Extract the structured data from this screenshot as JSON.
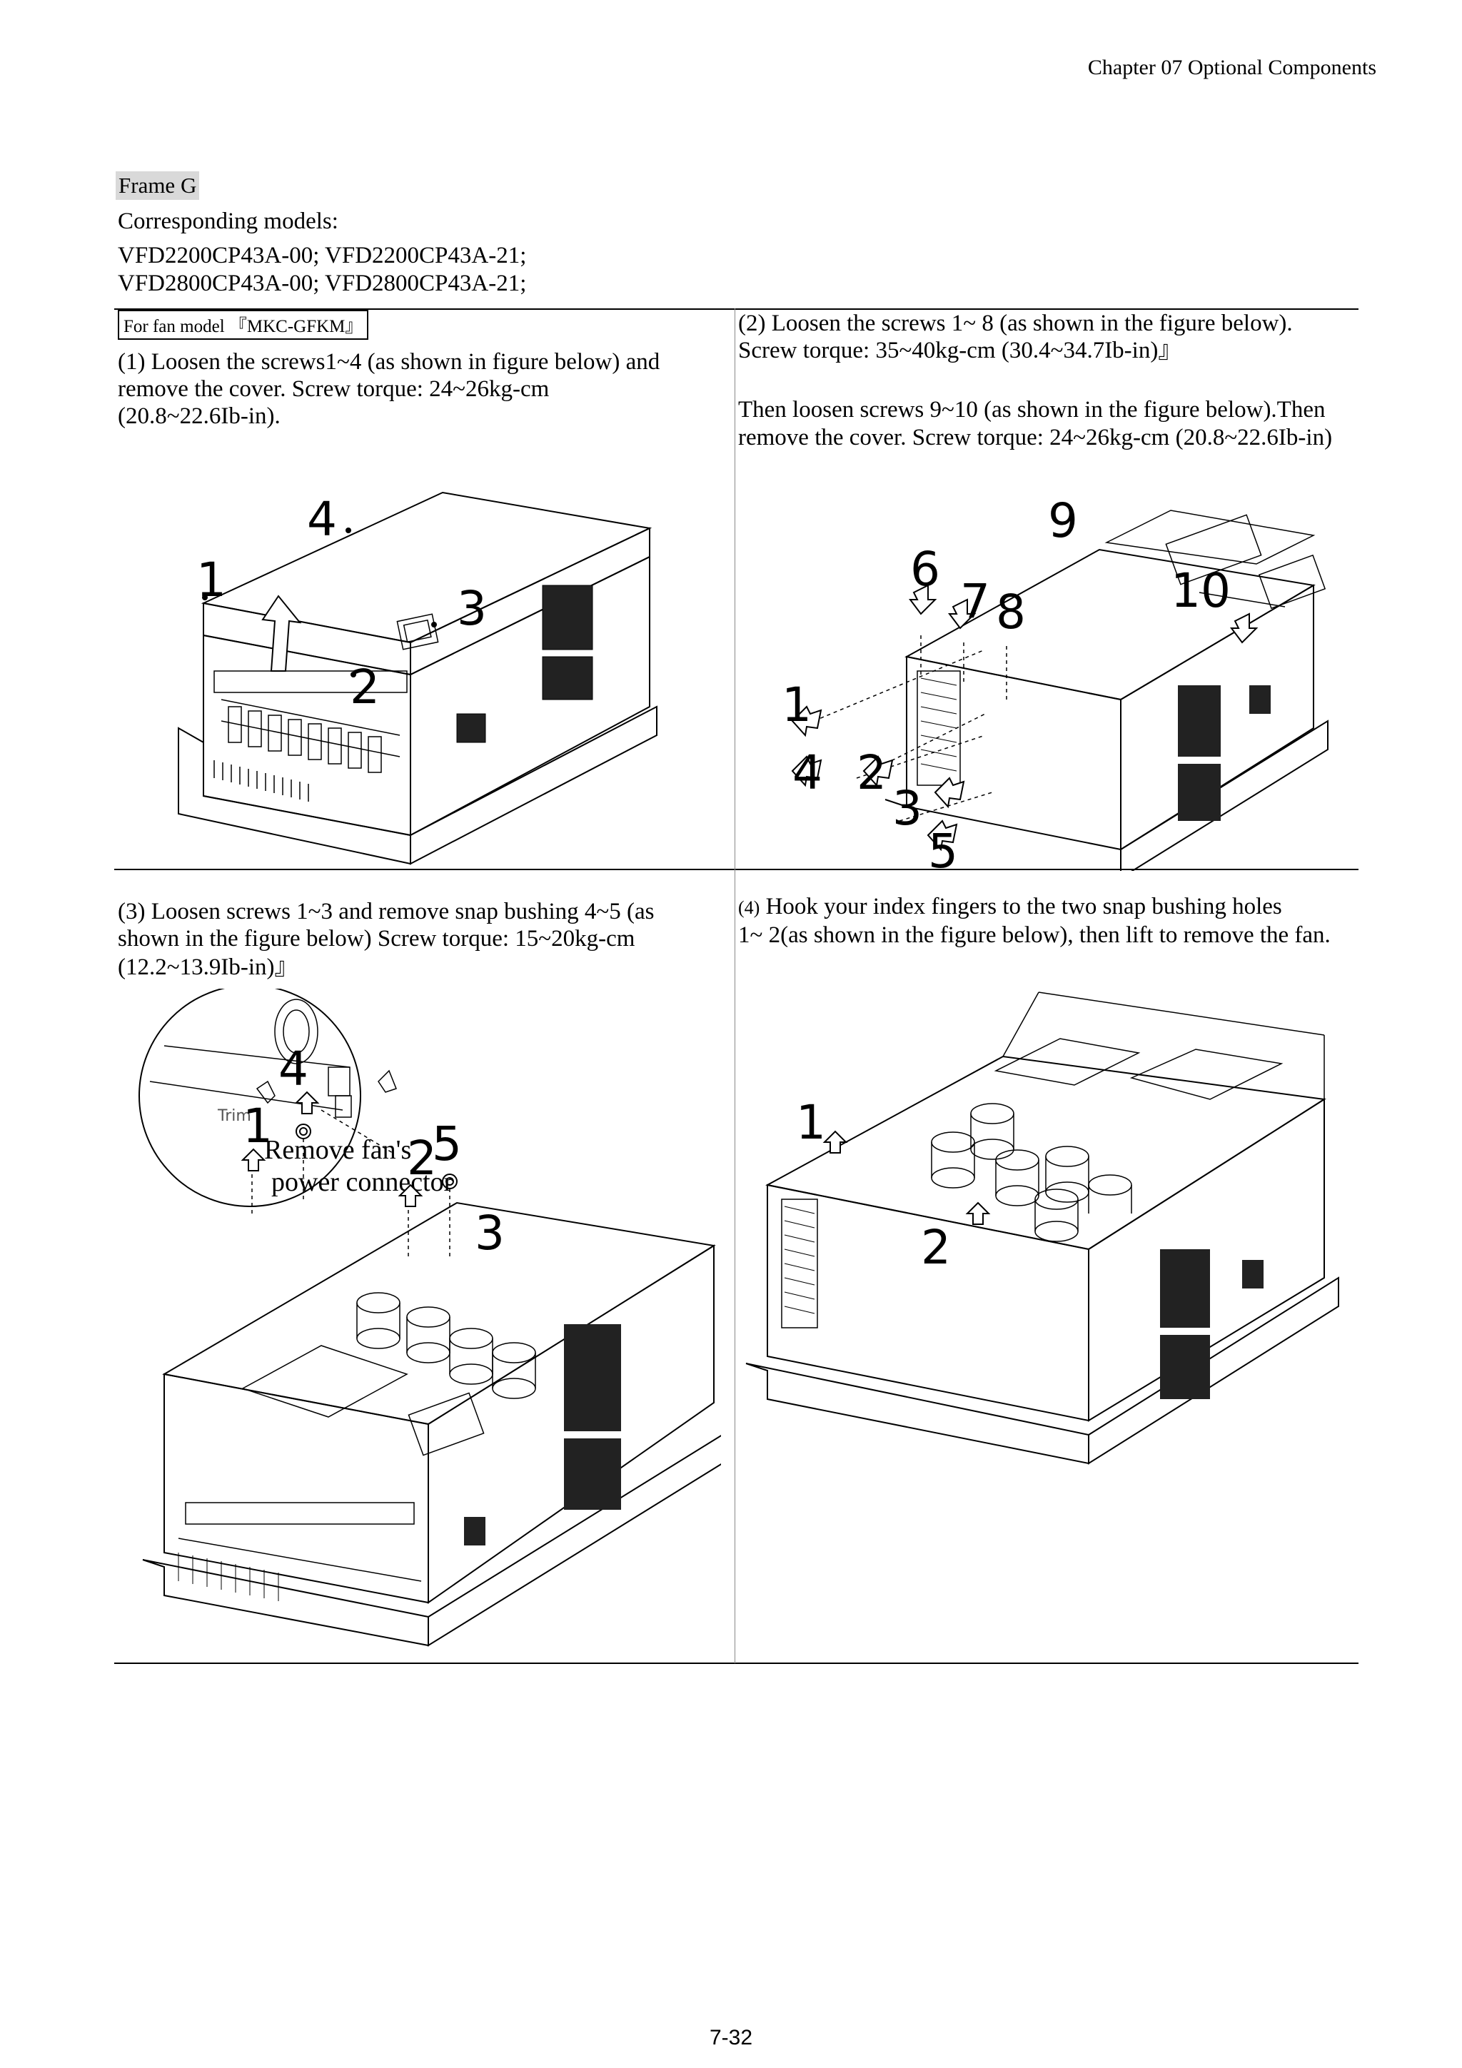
{
  "header": {
    "chapter": "Chapter 07 Optional Components"
  },
  "frame": {
    "title": "Frame G",
    "models_label": "Corresponding models:",
    "models_line1": "VFD2200CP43A-00; VFD2200CP43A-21;",
    "models_line2": "VFD2800CP43A-00; VFD2800CP43A-21;"
  },
  "fan_model": "For fan model 『MKC-GFKM』",
  "steps": {
    "s1": {
      "line1": "(1) Loosen the screws1~4 (as shown in figure below) and",
      "line2": "remove the cover. Screw torque: 24~26kg-cm",
      "line3": "(20.8~22.6Ib-in).",
      "callouts": [
        "1",
        "2",
        "3",
        "4"
      ]
    },
    "s2": {
      "line1": "(2) Loosen the screws 1~ 8 (as shown in the figure below).",
      "line2": "Screw torque: 35~40kg-cm (30.4~34.7Ib-in)』",
      "line3": "Then loosen screws 9~10 (as shown in the figure below).Then",
      "line4": "remove the cover. Screw torque: 24~26kg-cm (20.8~22.6Ib-in)",
      "callouts": [
        "1",
        "2",
        "3",
        "4",
        "5",
        "6",
        "7",
        "8",
        "9",
        "10"
      ]
    },
    "s3": {
      "line1": "(3) Loosen screws 1~3 and remove snap bushing 4~5 (as",
      "line2": "shown in the figure below) Screw torque: 15~20kg-cm",
      "line3": "(12.2~13.9Ib-in)』",
      "detail_label1": "Remove fan's",
      "detail_label2": "power connector",
      "detail_trim": "Trim",
      "callouts": [
        "1",
        "2",
        "3",
        "4",
        "5"
      ]
    },
    "s4": {
      "num": "(4)",
      "line1": " Hook your index fingers to the two snap bushing holes",
      "line2": "1~ 2(as shown in the figure below), then lift to remove the fan.",
      "callouts": [
        "1",
        "2"
      ]
    }
  },
  "footer": {
    "page": "7-32"
  }
}
